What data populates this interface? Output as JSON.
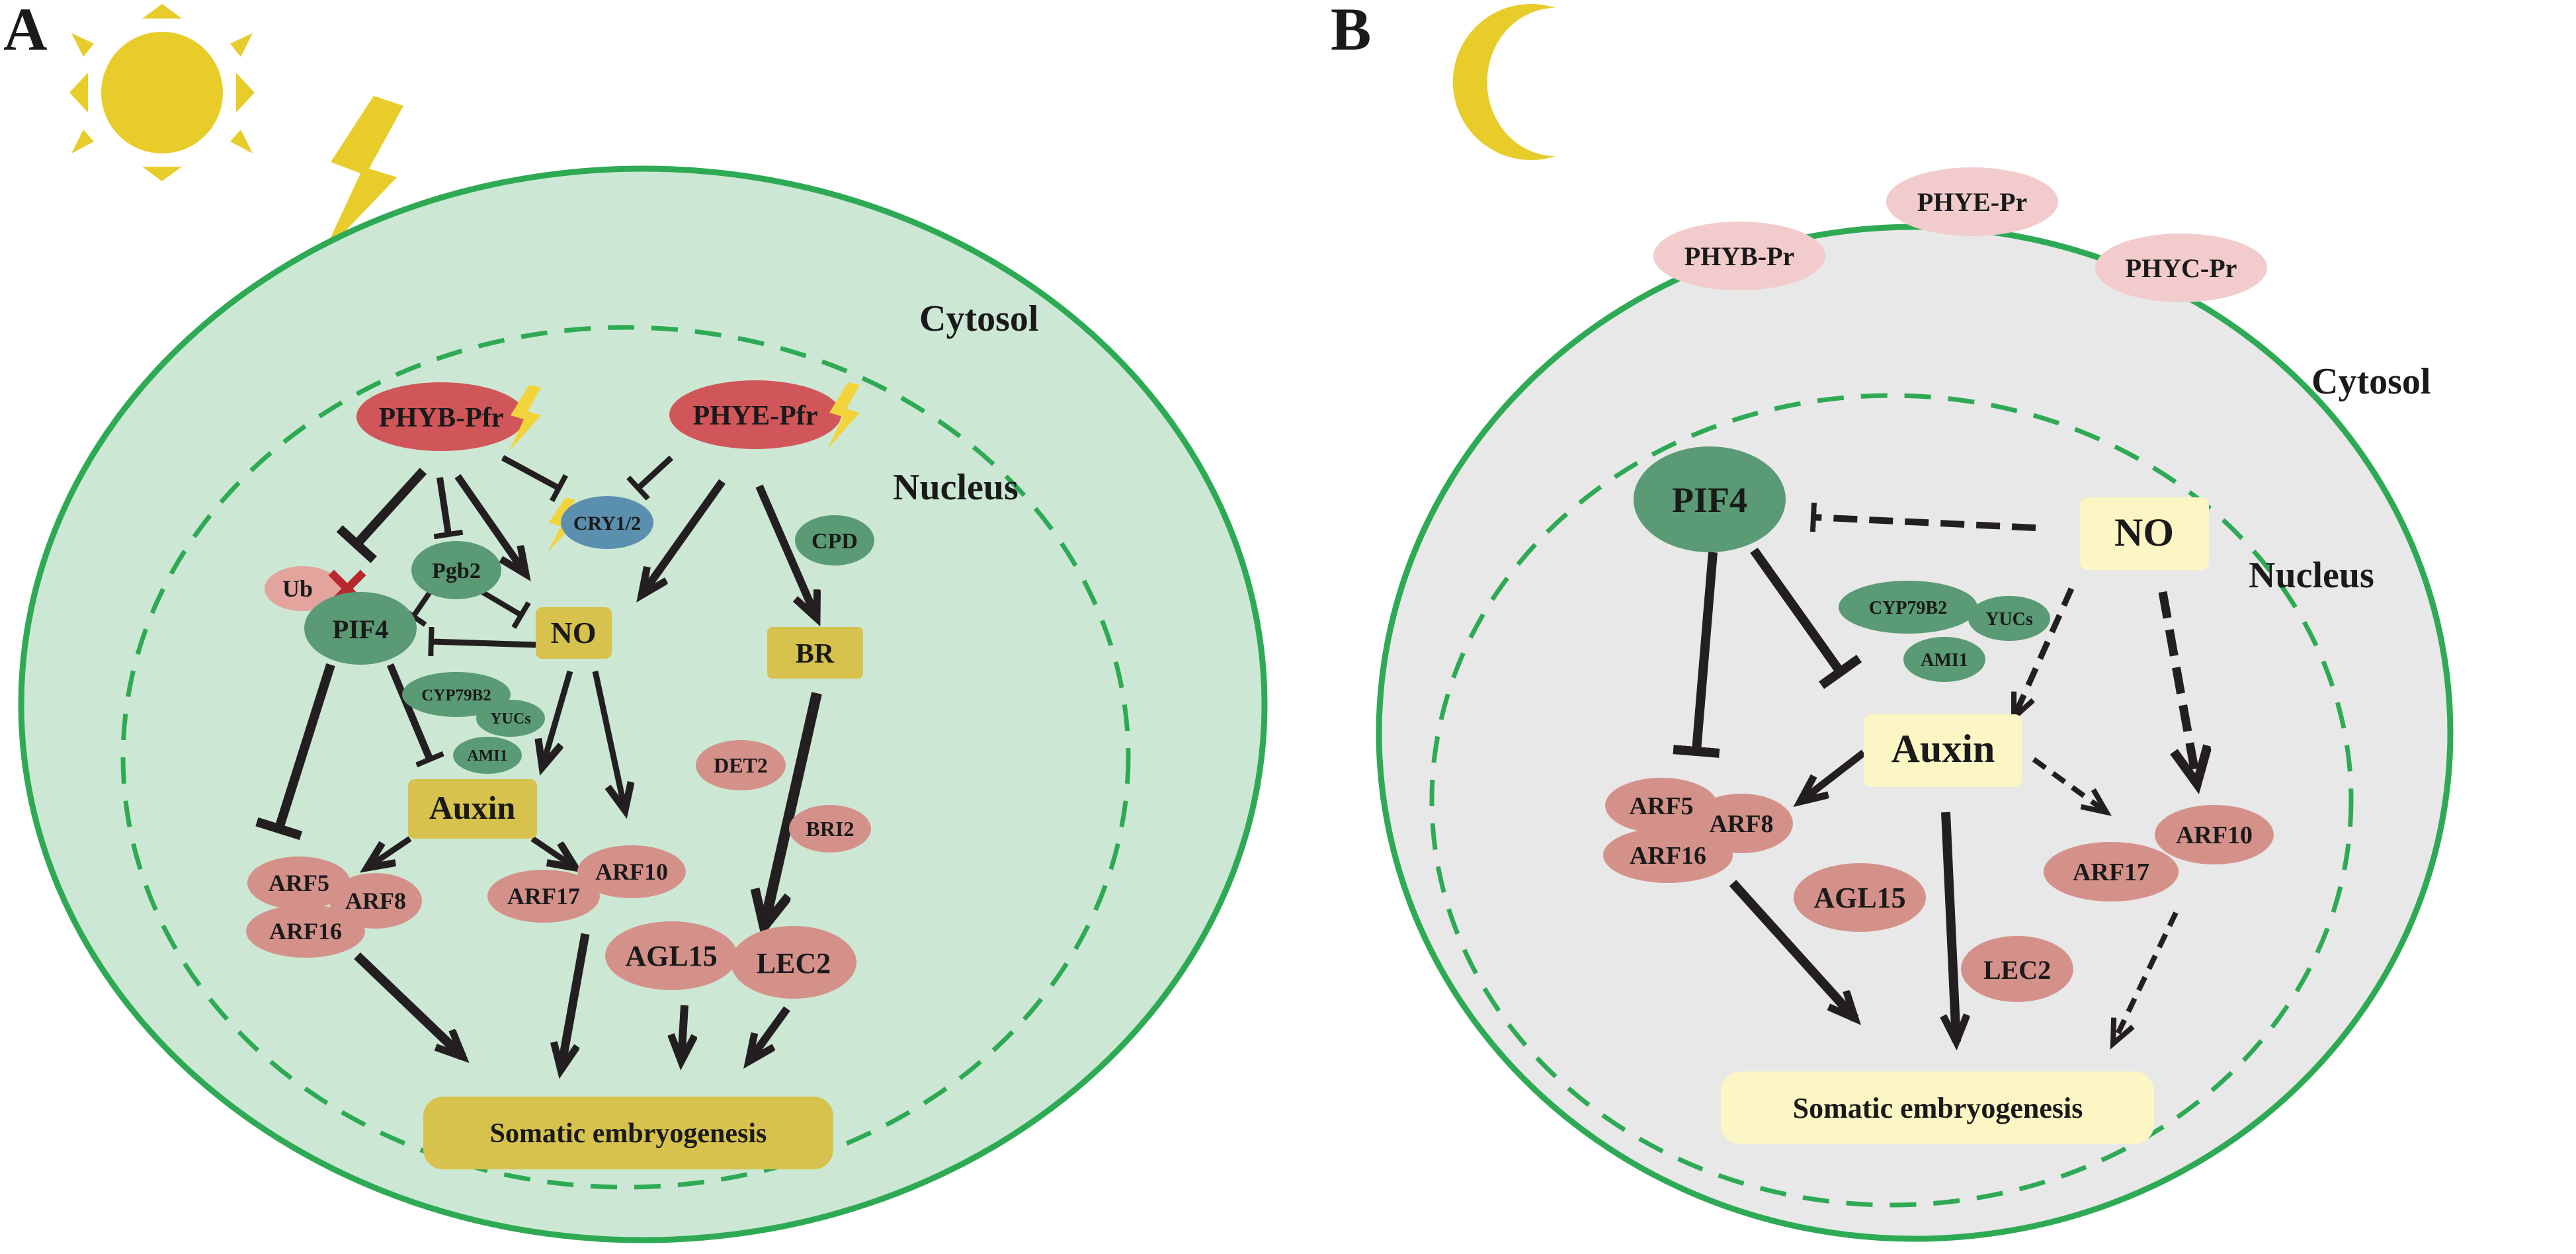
{
  "panel_a": {
    "label": "A",
    "cytosol_label": "Cytosol",
    "nucleus_label": "Nucleus",
    "nodes": {
      "phyb_pfr": "PHYB-Pfr",
      "phye_pfr": "PHYE-Pfr",
      "cry12": "CRY1/2",
      "pgb2": "Pgb2",
      "ub": "Ub",
      "pif4": "PIF4",
      "no": "NO",
      "cpd": "CPD",
      "br": "BR",
      "cyp79b2": "CYP79B2",
      "yucs": "YUCs",
      "ami1": "AMI1",
      "auxin": "Auxin",
      "det2": "DET2",
      "bri2": "BRI2",
      "arf5": "ARF5",
      "arf8": "ARF8",
      "arf16": "ARF16",
      "arf10": "ARF10",
      "arf17": "ARF17",
      "agl15": "AGL15",
      "lec2": "LEC2",
      "somatic": "Somatic embryogenesis"
    }
  },
  "panel_b": {
    "label": "B",
    "cytosol_label": "Cytosol",
    "nucleus_label": "Nucleus",
    "nodes": {
      "phyb_pr": "PHYB-Pr",
      "phye_pr": "PHYE-Pr",
      "phyc_pr": "PHYC-Pr",
      "pif4": "PIF4",
      "no": "NO",
      "cyp79b2": "CYP79B2",
      "yucs": "YUCs",
      "ami1": "AMI1",
      "auxin": "Auxin",
      "arf5": "ARF5",
      "arf8": "ARF8",
      "arf16": "ARF16",
      "arf10": "ARF10",
      "arf17": "ARF17",
      "agl15": "AGL15",
      "lec2": "LEC2",
      "somatic": "Somatic embryogenesis"
    }
  },
  "colors": {
    "cell_a_fill": "#cce8d4",
    "cell_b_fill": "#e8e8e8",
    "membrane": "#2eaa55",
    "red_protein": "#d0565a",
    "salmon": "#d4918a",
    "green_protein": "#5a9a74",
    "blue_protein": "#5a8fae",
    "olive_box": "#d6c24c",
    "pale_yellow_box": "#fbf6c4",
    "pink_pr": "#f2cccc",
    "sun": "#e8cc2a",
    "arrow": "#231f20",
    "ub_cross": "#b8282e"
  },
  "icons": {
    "sun": "sun-icon",
    "lightning": "lightning-icon",
    "moon": "moon-icon",
    "cross": "x-mark-icon"
  }
}
